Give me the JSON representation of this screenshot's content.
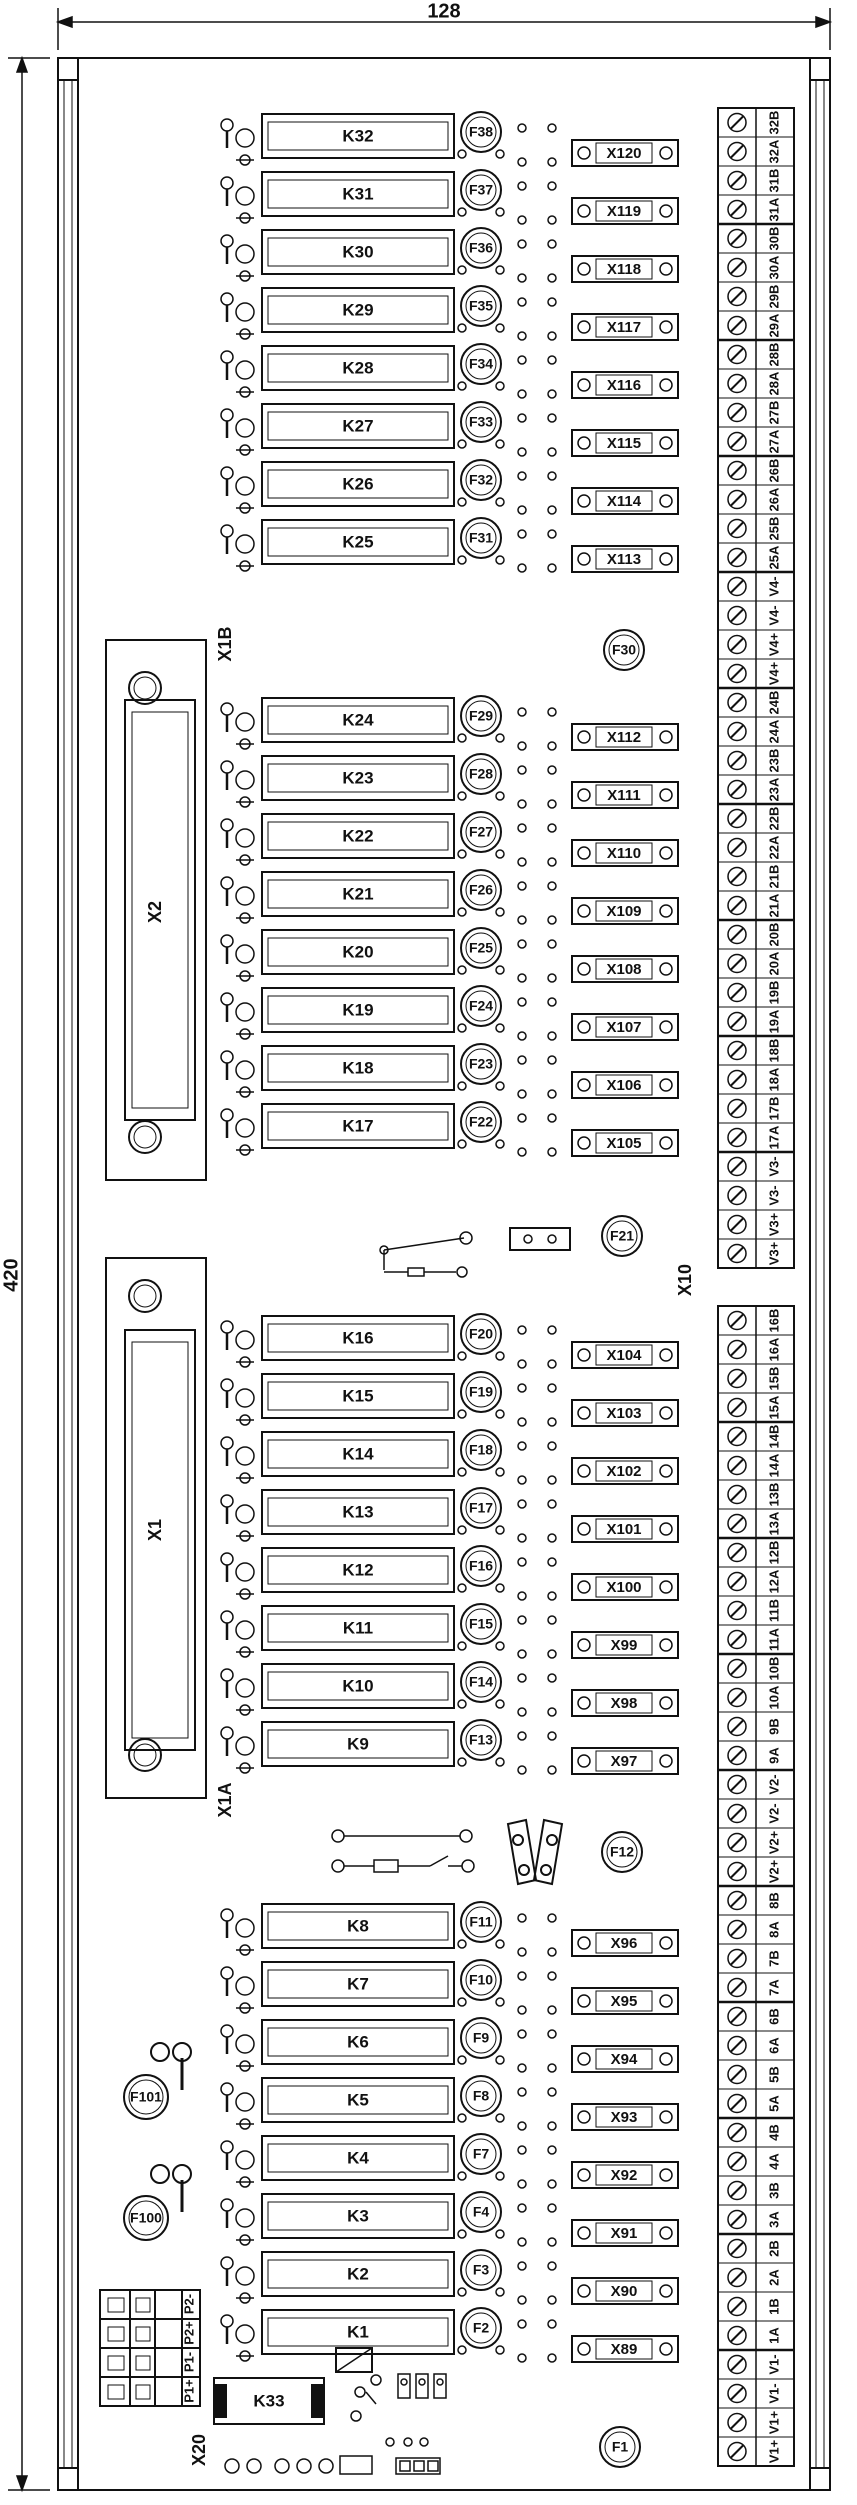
{
  "dimensions": {
    "width": "128",
    "height": "420"
  },
  "relays": [
    "K32",
    "K31",
    "K30",
    "K29",
    "K28",
    "K27",
    "K26",
    "K25",
    "K24",
    "K23",
    "K22",
    "K21",
    "K20",
    "K19",
    "K18",
    "K17",
    "K16",
    "K15",
    "K14",
    "K13",
    "K12",
    "K11",
    "K10",
    "K9",
    "K8",
    "K7",
    "K6",
    "K5",
    "K4",
    "K3",
    "K2",
    "K1"
  ],
  "fuses": [
    "F38",
    "F37",
    "F36",
    "F35",
    "F34",
    "F33",
    "F32",
    "F31",
    "F29",
    "F28",
    "F27",
    "F26",
    "F25",
    "F24",
    "F23",
    "F22",
    "F20",
    "F19",
    "F18",
    "F17",
    "F16",
    "F15",
    "F14",
    "F13",
    "F11",
    "F10",
    "F9",
    "F8",
    "F7",
    "F4",
    "F3",
    "F2"
  ],
  "connectors": [
    "X120",
    "X119",
    "X118",
    "X117",
    "X116",
    "X115",
    "X114",
    "X113",
    "X112",
    "X111",
    "X110",
    "X109",
    "X108",
    "X107",
    "X106",
    "X105",
    "X104",
    "X103",
    "X102",
    "X101",
    "X100",
    "X99",
    "X98",
    "X97",
    "X96",
    "X95",
    "X94",
    "X93",
    "X92",
    "X91",
    "X90",
    "X89"
  ],
  "extra_fuses": {
    "f30": "F30",
    "f21": "F21",
    "f12": "F12",
    "f1": "F1",
    "f101": "F101",
    "f100": "F100"
  },
  "labels": {
    "x1b": "X1B",
    "x2": "X2",
    "x1": "X1",
    "x1a": "X1A",
    "x10": "X10",
    "x20": "X20",
    "k33": "K33"
  },
  "terminals": [
    "32B",
    "32A",
    "31B",
    "31A",
    "30B",
    "30A",
    "29B",
    "29A",
    "28B",
    "28A",
    "27B",
    "27A",
    "26B",
    "26A",
    "25B",
    "25A",
    "V4-",
    "V4-",
    "V4+",
    "V4+",
    "24B",
    "24A",
    "23B",
    "23A",
    "22B",
    "22A",
    "21B",
    "21A",
    "20B",
    "20A",
    "19B",
    "19A",
    "18B",
    "18A",
    "17B",
    "17A",
    "V3-",
    "V3-",
    "V3+",
    "V3+",
    "16B",
    "16A",
    "15B",
    "15A",
    "14B",
    "14A",
    "13B",
    "13A",
    "12B",
    "12A",
    "11B",
    "11A",
    "10B",
    "10A",
    "9B",
    "9A",
    "V2-",
    "V2-",
    "V2+",
    "V2+",
    "8B",
    "8A",
    "7B",
    "7A",
    "6B",
    "6A",
    "5B",
    "5A",
    "4B",
    "4A",
    "3B",
    "3A",
    "2B",
    "2A",
    "1B",
    "1A",
    "V1-",
    "V1-",
    "V1+",
    "V1+"
  ],
  "power_terminals": [
    "P2-",
    "P2+",
    "P1-",
    "P1+"
  ]
}
